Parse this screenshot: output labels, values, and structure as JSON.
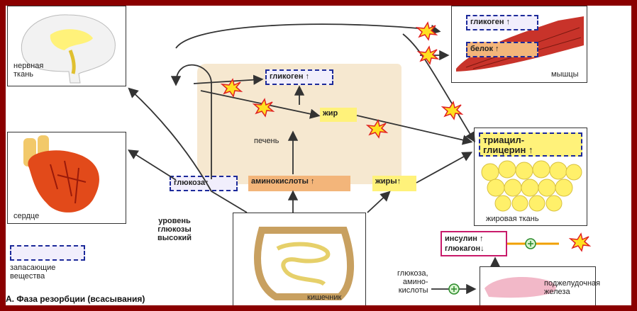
{
  "labels": {
    "nervous_tissue": "нервная\nткань",
    "heart": "сердце",
    "liver": "печень",
    "muscles": "мышцы",
    "adipose": "жировая ткань",
    "intestine": "кишечник",
    "pancreas": "поджелудочная\nжелеза",
    "glucose_level": "уровень\nглюкозы\nвысокий",
    "storage_legend": "запасающие\nвещества",
    "gut_inputs": "глюкоза,\nамино-\nкислоты"
  },
  "tags": {
    "glycogen_liver": "гликоген ↑",
    "fat_liver": "жир",
    "glycogen_muscle": "гликоген ↑",
    "protein_muscle": "белок ↑",
    "triglycerides": "триацил-\nглицерин ↑",
    "glucose": "глюкоза↑",
    "amino_acids": "аминокислоты ↑",
    "fats": "жиры↑",
    "hormones": "инсулин ↑\nглюкагон↓"
  },
  "caption": "А. Фаза резорбции (всасывания)",
  "colors": {
    "background_frame": "#8a0000",
    "storage_border": "#1c2a9a",
    "highlight_yellow": "#fff27a",
    "liver_fill": "#f6e8d0",
    "fat_cells": "#fff06a",
    "muscle": "#c8332a",
    "heart": "#e24a1a",
    "intestine": "#c8a060"
  },
  "icons": [
    "starburst-icon",
    "plus-circle-icon",
    "arrow-icon"
  ]
}
